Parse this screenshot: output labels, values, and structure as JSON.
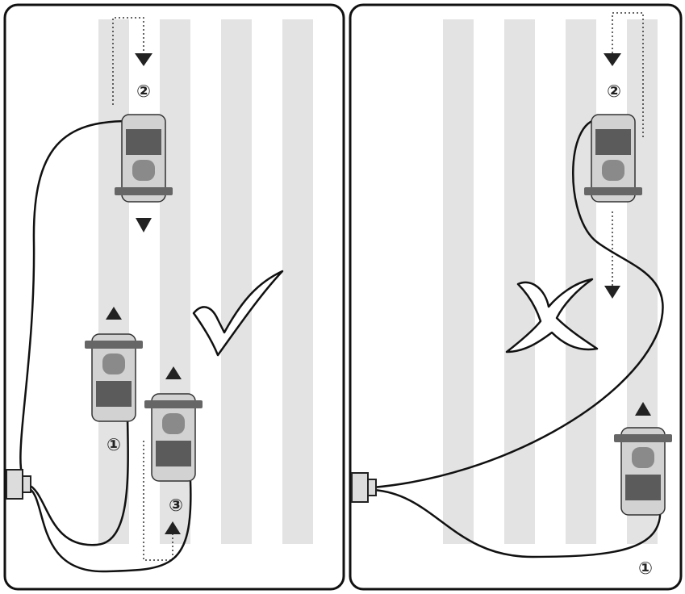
{
  "colors": {
    "stripe": "#e3e3e3",
    "outline": "#111111",
    "car_body": "#d2d2d2",
    "car_dark": "#5b5b5b",
    "car_mid": "#8a8a8a",
    "arrow": "#222222"
  },
  "left_panel": {
    "result": "correct",
    "result_icon": "checkmark-icon",
    "labels": [
      "②",
      "①",
      "③"
    ]
  },
  "right_panel": {
    "result": "incorrect",
    "result_icon": "cross-icon",
    "labels": [
      "②",
      "①"
    ]
  }
}
